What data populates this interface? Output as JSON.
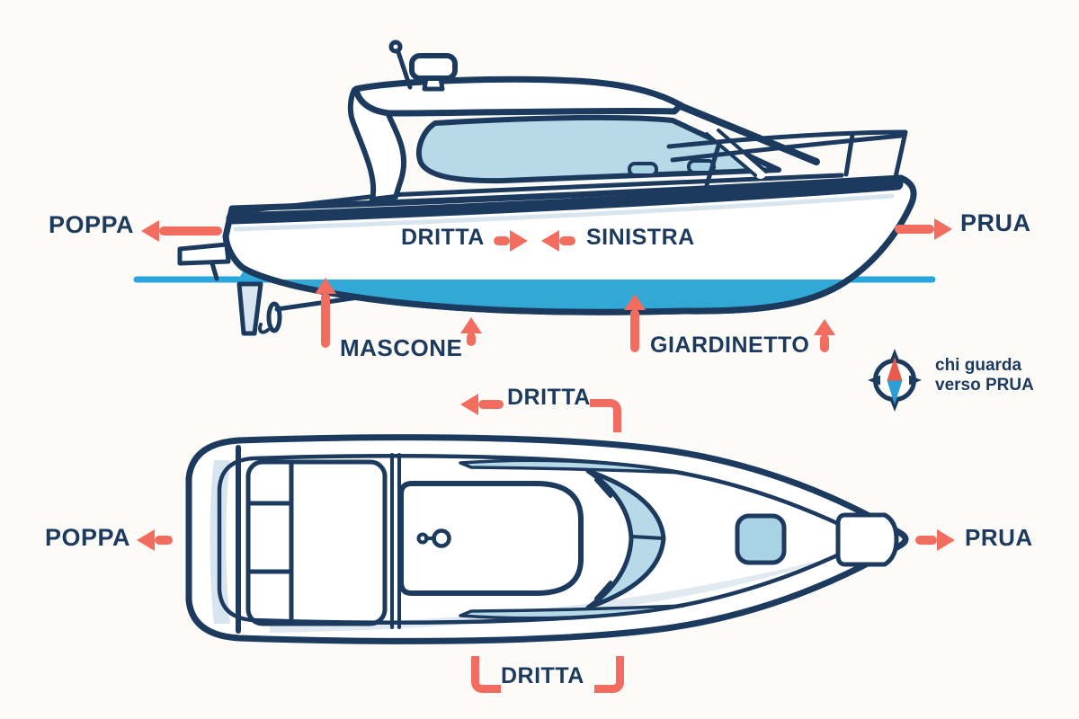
{
  "colors": {
    "background": "#fcfbf8",
    "navy": "#1c3a5e",
    "salmon": "#f26d5f",
    "cyan_waterline": "#2aa6de",
    "sea_hull": "#31a8d6",
    "glass_blue": "#b7d9e8",
    "hatch_blue": "#a9d2e4",
    "light_trim": "#d9e5ee",
    "compass_red": "#e85a4c",
    "compass_blue": "#2e9fd4"
  },
  "side_view": {
    "poppa_label": "POPPA",
    "prua_label": "PRUA",
    "dritta_label": "DRITTA",
    "sinistra_label": "SINISTRA",
    "mascone_label": "MASCONE",
    "giardinetto_label": "GIARDINETTO"
  },
  "compass": {
    "caption_line1": "chi guarda",
    "caption_line2": "verso PRUA"
  },
  "top_view": {
    "poppa_label": "POPPA",
    "prua_label": "PRUA",
    "dritta_top_label": "DRITTA",
    "dritta_bottom_label": "DRITTA"
  }
}
